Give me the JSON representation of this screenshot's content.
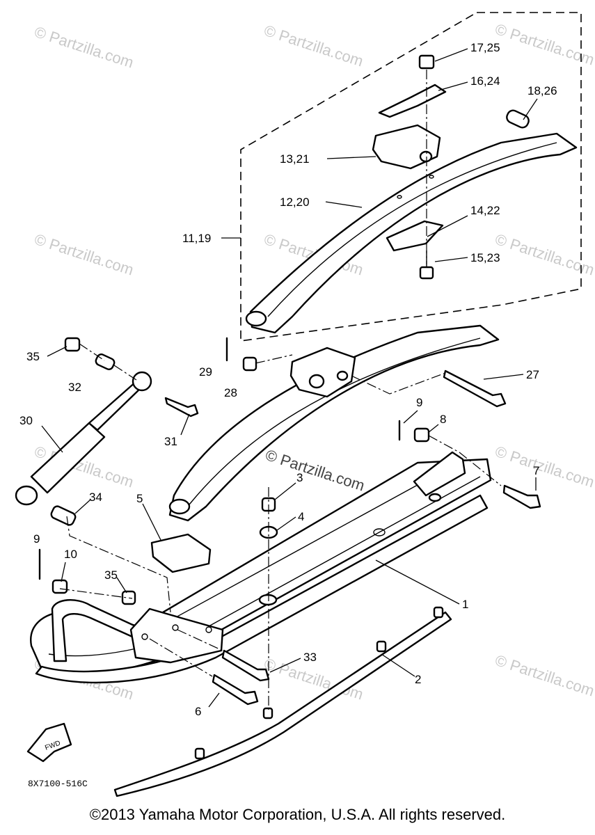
{
  "watermark": "© Partzilla.com",
  "diagram_code": "8X7100-516C",
  "front_label": "FWD",
  "copyright": "©2013 Yamaha Motor Corporation, U.S.A. All rights reserved.",
  "callouts": {
    "c17_25": "17,25",
    "c16_24": "16,24",
    "c18_26": "18,26",
    "c13_21": "13,21",
    "c12_20": "12,20",
    "c14_22": "14,22",
    "c11_19": "11,19",
    "c15_23": "15,23",
    "c35a": "35",
    "c32": "32",
    "c29": "29",
    "c28": "28",
    "c27": "27",
    "c30": "30",
    "c31": "31",
    "c9a": "9",
    "c8": "8",
    "c3": "3",
    "c7": "7",
    "c34": "34",
    "c5": "5",
    "c4": "4",
    "c9b": "9",
    "c10": "10",
    "c35b": "35",
    "c1": "1",
    "c33": "33",
    "c2": "2",
    "c6": "6"
  }
}
